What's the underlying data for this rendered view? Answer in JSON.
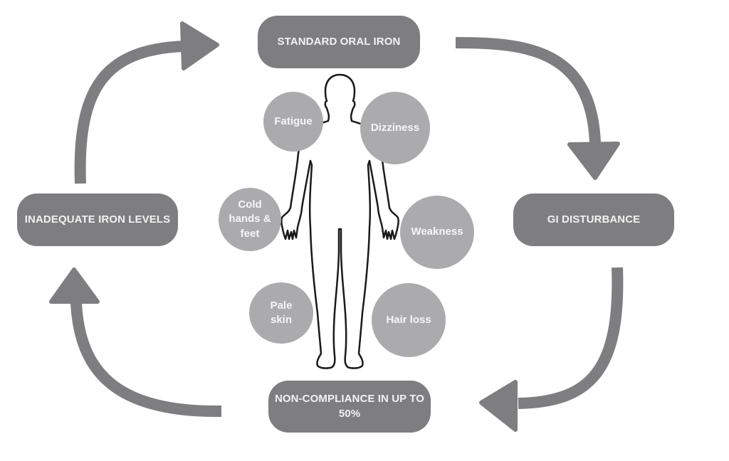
{
  "diagram": {
    "type": "cycle",
    "colors": {
      "box_fill": "#7e7e80",
      "box_text": "#f2f2f2",
      "symptom_fill": "#ababae",
      "symptom_text": "#f6f6f6",
      "arrow": "#7e7e80",
      "body_outline": "#1a1a1a",
      "background": "#ffffff"
    },
    "cycle_steps": [
      {
        "id": "standard-oral-iron",
        "label": "STANDARD ORAL IRON",
        "position": "top"
      },
      {
        "id": "gi-disturbance",
        "label": "GI DISTURBANCE",
        "position": "right"
      },
      {
        "id": "non-compliance",
        "label": "NON-COMPLIANCE IN UP TO 50%",
        "position": "bottom"
      },
      {
        "id": "inadequate-iron-levels",
        "label": "INADEQUATE IRON LEVELS",
        "position": "left"
      }
    ],
    "arrows": [
      {
        "from": "standard-oral-iron",
        "to": "gi-disturbance",
        "direction": "clockwise"
      },
      {
        "from": "gi-disturbance",
        "to": "non-compliance",
        "direction": "clockwise"
      },
      {
        "from": "non-compliance",
        "to": "inadequate-iron-levels",
        "direction": "clockwise"
      },
      {
        "from": "inadequate-iron-levels",
        "to": "standard-oral-iron",
        "direction": "clockwise"
      }
    ],
    "center_figure": "human-body-outline",
    "symptoms": [
      {
        "id": "fatigue",
        "label": "Fatigue"
      },
      {
        "id": "dizziness",
        "label": "Dizziness"
      },
      {
        "id": "cold",
        "label": "Cold hands & feet"
      },
      {
        "id": "weakness",
        "label": "Weakness"
      },
      {
        "id": "pale",
        "label": "Pale skin"
      },
      {
        "id": "hair",
        "label": "Hair loss"
      }
    ]
  }
}
